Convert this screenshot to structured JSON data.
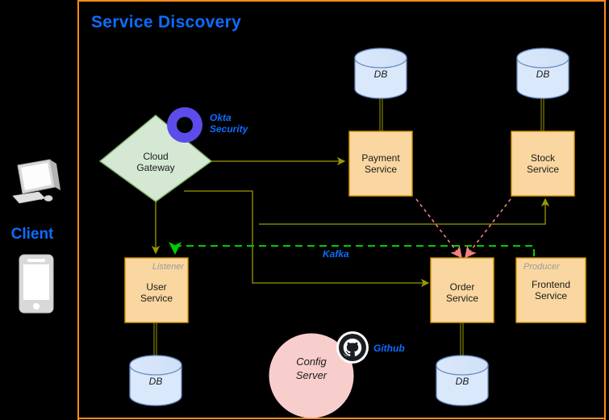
{
  "diagram": {
    "title": "Service Discovery",
    "frame_color": "#ff8c1a",
    "background": "#000000"
  },
  "client": {
    "label": "Client",
    "desktop_icon": "desktop-computer-icon",
    "mobile_icon": "mobile-phone-icon",
    "label_color": "#0d6cff"
  },
  "gateway": {
    "label": "Cloud\nGateway",
    "shape": "diamond",
    "fill": "#d5e8d4",
    "stroke": "#82b366"
  },
  "badges": [
    {
      "name": "okta",
      "label": "Okta\nSecurity",
      "icon": "okta-ring-icon",
      "icon_color": "#5b4ceb",
      "text_color": "#0d6cff"
    },
    {
      "name": "github",
      "label": "Github",
      "icon": "github-octocat-icon",
      "icon_color": "#1b1f23",
      "text_color": "#0d6cff"
    }
  ],
  "services": [
    {
      "id": "payment",
      "label": "Payment\nService",
      "tag": "",
      "fill": "#fad7a0",
      "stroke": "#d79b00"
    },
    {
      "id": "stock",
      "label": "Stock\nService",
      "tag": "",
      "fill": "#fad7a0",
      "stroke": "#d79b00"
    },
    {
      "id": "user",
      "label": "User\nService",
      "tag": "Listener",
      "fill": "#fad7a0",
      "stroke": "#d79b00"
    },
    {
      "id": "order",
      "label": "Order\nService",
      "tag": "",
      "fill": "#fad7a0",
      "stroke": "#d79b00"
    },
    {
      "id": "frontend",
      "label": "Frontend\nService",
      "tag": "Producer",
      "fill": "#fad7a0",
      "stroke": "#d79b00"
    }
  ],
  "databases": [
    {
      "id": "payment-db",
      "label": "DB",
      "fill": "#dae8fc",
      "stroke": "#6c8ebf"
    },
    {
      "id": "stock-db",
      "label": "DB",
      "fill": "#dae8fc",
      "stroke": "#6c8ebf"
    },
    {
      "id": "user-db",
      "label": "DB",
      "fill": "#dae8fc",
      "stroke": "#6c8ebf"
    },
    {
      "id": "order-db",
      "label": "DB",
      "fill": "#dae8fc",
      "stroke": "#6c8ebf"
    }
  ],
  "config_server": {
    "label": "Config\nServer",
    "fill": "#f8cecc",
    "stroke": "#f8cecc"
  },
  "connections": {
    "kafka_label": "Kafka",
    "kafka_color": "#00cc00",
    "sync_color": "#999900",
    "event_color": "#f08080"
  }
}
